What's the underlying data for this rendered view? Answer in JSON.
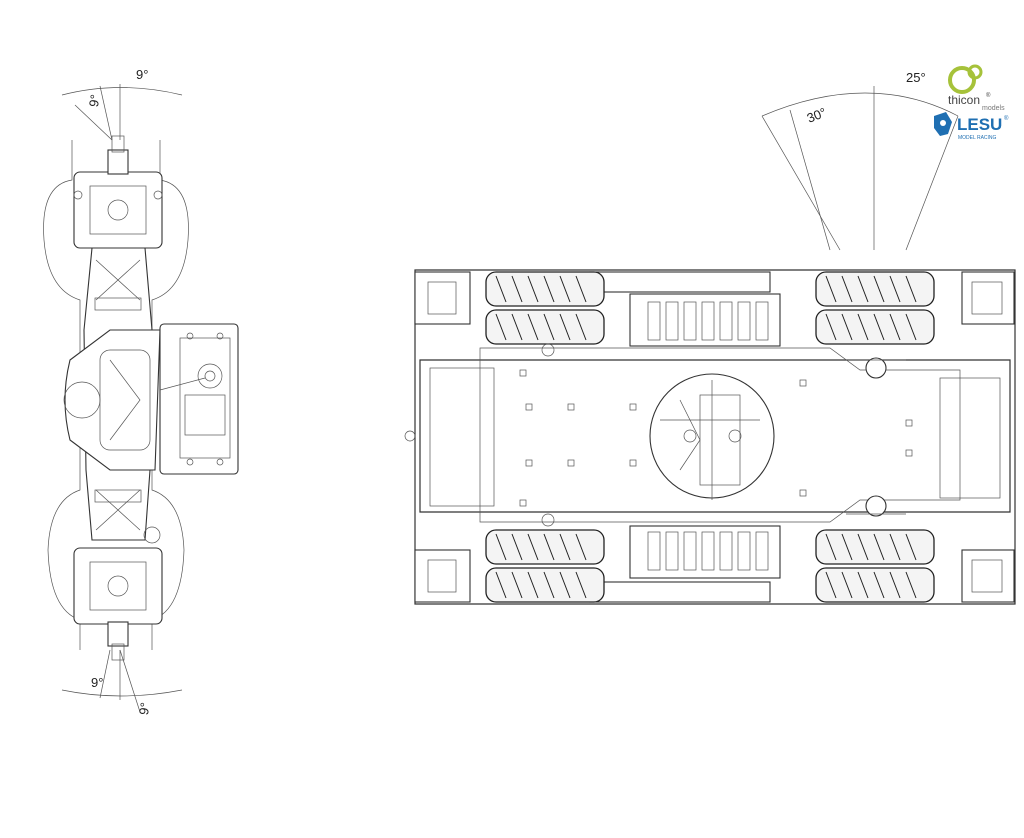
{
  "diagram": {
    "steer_front_axle_label": "9°",
    "steer_front_axle_label_left": "9°",
    "steer_rear_axle_label": "9°",
    "steer_rear_axle_label_bottom": "9°",
    "turn_angle_outer": "30°",
    "turn_angle_inner": "25°"
  },
  "logos": {
    "thicon_name": "thicon",
    "thicon_mark": "®",
    "thicon_sub": "models",
    "lesu_name": "LESU",
    "lesu_mark": "®",
    "lesu_sub": "MODEL RACING"
  },
  "colors": {
    "line": "#333333",
    "thicon_green": "#a6c23a",
    "lesu_blue": "#1f6fb2"
  }
}
